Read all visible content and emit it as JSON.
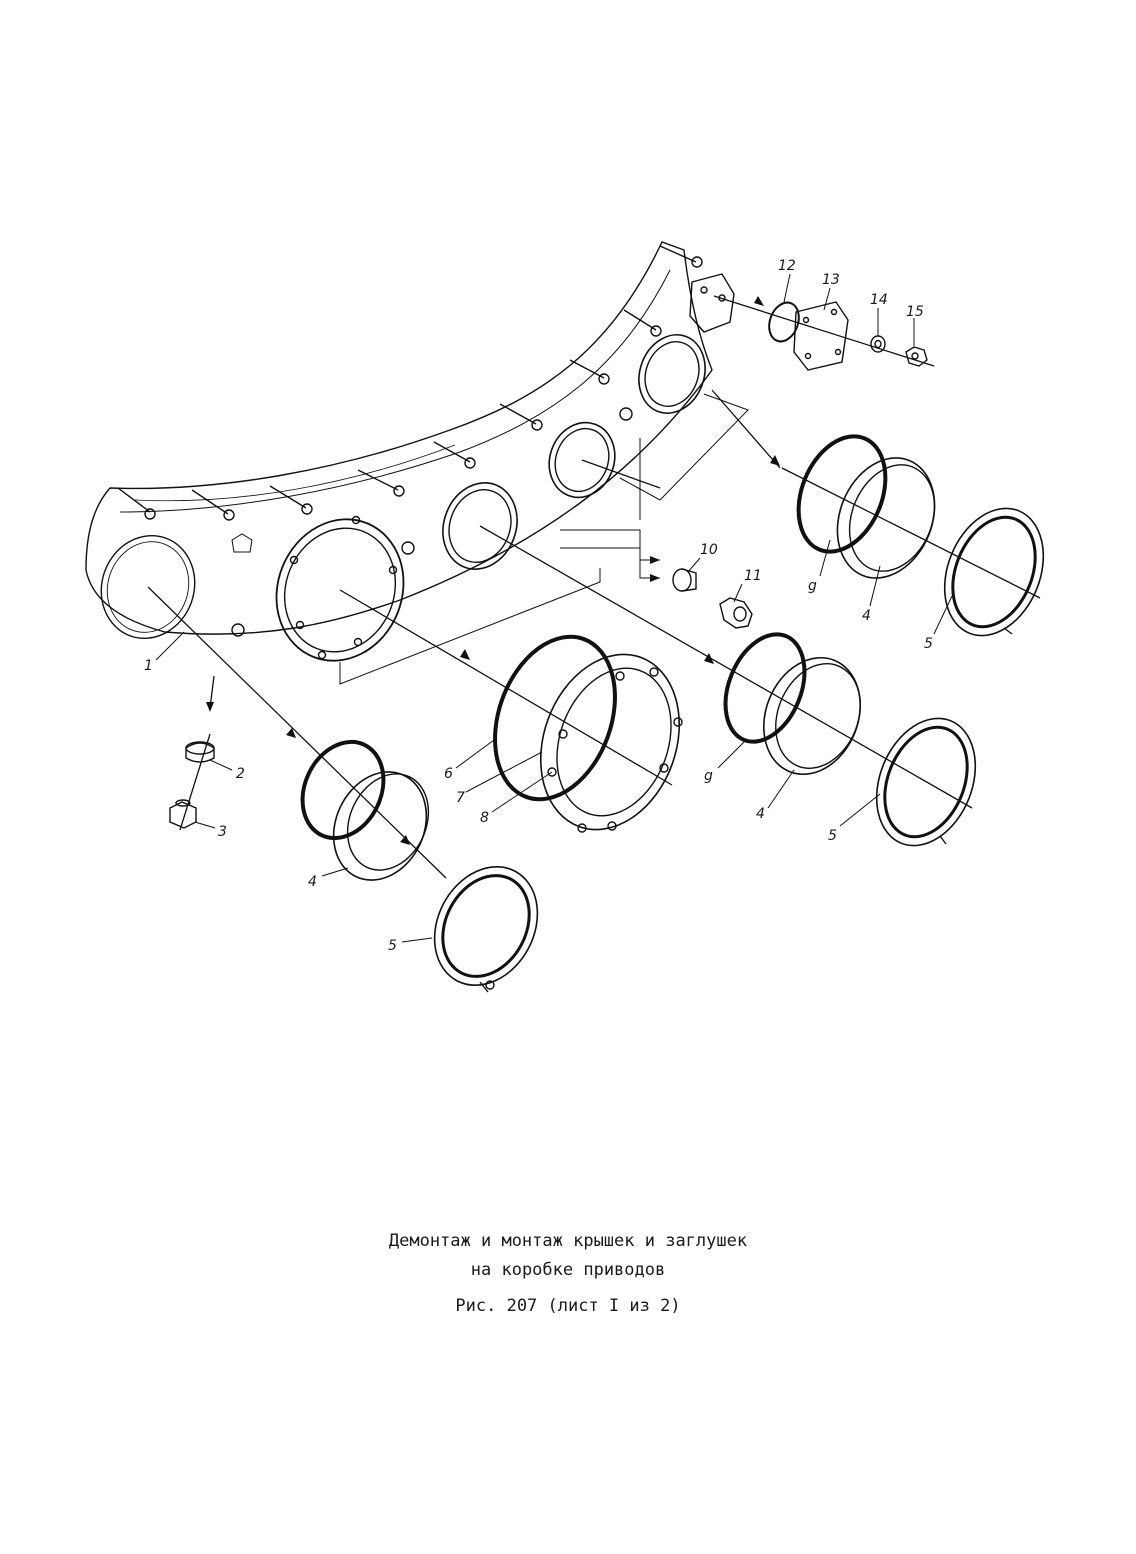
{
  "caption": {
    "line1": "Демонтаж и монтаж крышек и заглушек",
    "line2": "на коробке приводов",
    "figure": "Рис. 207 (лист I из 2)"
  },
  "callouts": {
    "c1": "1",
    "c2": "2",
    "c3": "3",
    "c4a": "4",
    "c4b": "4",
    "c4c": "4",
    "c5a": "5",
    "c5b": "5",
    "c5c": "5",
    "c6": "6",
    "c7": "7",
    "c8": "8",
    "c9a": "g",
    "c9b": "g",
    "c10": "10",
    "c11": "11",
    "c12": "12",
    "c13": "13",
    "c14": "14",
    "c15": "15"
  }
}
